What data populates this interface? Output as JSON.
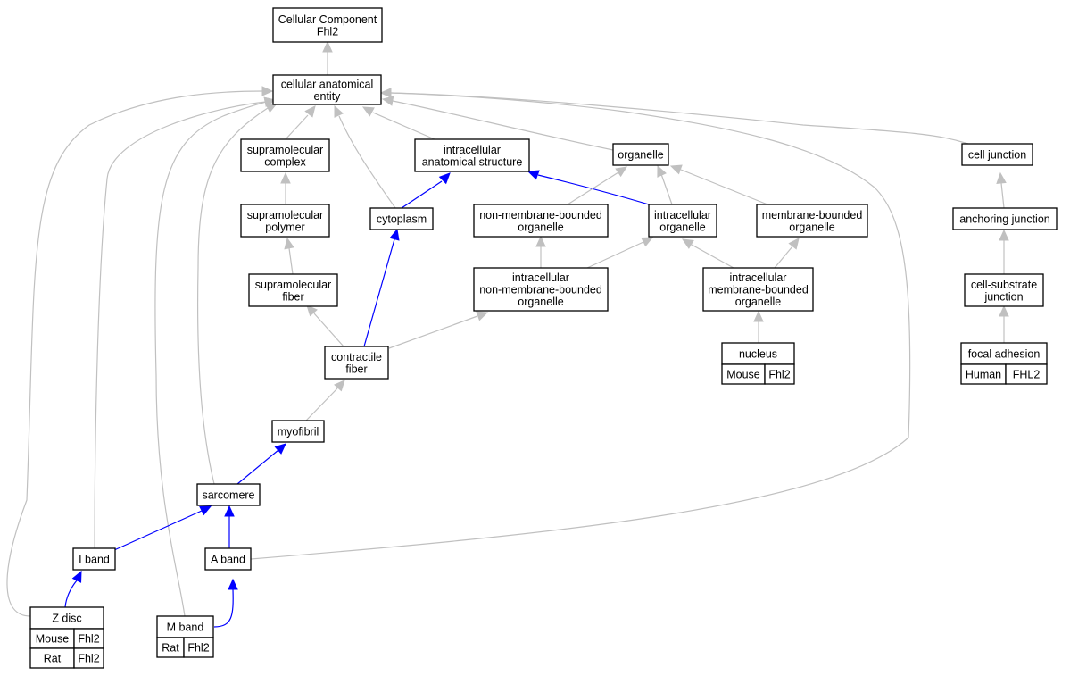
{
  "colors": {
    "edge_default": "#c0c0c0",
    "edge_highlight": "#0000ff",
    "mouse": "#add8e6",
    "rat": "#ffd700",
    "human": "#ff6347"
  },
  "nodes": {
    "root": [
      "Cellular Component",
      "Fhl2"
    ],
    "cae": [
      "cellular anatomical",
      "entity"
    ],
    "smc": [
      "supramolecular",
      "complex"
    ],
    "ias": [
      "intracellular",
      "anatomical structure"
    ],
    "organelle": [
      "organelle"
    ],
    "celljunction": [
      "cell junction"
    ],
    "smp": [
      "supramolecular",
      "polymer"
    ],
    "cytoplasm": [
      "cytoplasm"
    ],
    "nmbo": [
      "non-membrane-bounded",
      "organelle"
    ],
    "io": [
      "intracellular",
      "organelle"
    ],
    "mbo": [
      "membrane-bounded",
      "organelle"
    ],
    "anchoring": [
      "anchoring junction"
    ],
    "smf": [
      "supramolecular",
      "fiber"
    ],
    "inmbo": [
      "intracellular",
      "non-membrane-bounded",
      "organelle"
    ],
    "imbo": [
      "intracellular",
      "membrane-bounded",
      "organelle"
    ],
    "csj": [
      "cell-substrate",
      "junction"
    ],
    "cf": [
      "contractile",
      "fiber"
    ],
    "nucleus": [
      "nucleus"
    ],
    "focal": [
      "focal adhesion"
    ],
    "myofibril": [
      "myofibril"
    ],
    "sarcomere": [
      "sarcomere"
    ],
    "iband": [
      "I band"
    ],
    "aband": [
      "A band"
    ],
    "zdisc": [
      "Z disc"
    ],
    "mband": [
      "M band"
    ]
  },
  "annotations": {
    "nucleus": [
      [
        "Mouse",
        "Fhl2"
      ]
    ],
    "focal": [
      [
        "Human",
        "FHL2"
      ]
    ],
    "zdisc": [
      [
        "Mouse",
        "Fhl2"
      ],
      [
        "Rat",
        "Fhl2"
      ]
    ],
    "mband": [
      [
        "Rat",
        "Fhl2"
      ]
    ]
  },
  "edges": [
    {
      "from": "cae",
      "to": "root",
      "highlight": false
    },
    {
      "from": "smc",
      "to": "cae",
      "highlight": false
    },
    {
      "from": "ias",
      "to": "cae",
      "highlight": false
    },
    {
      "from": "organelle",
      "to": "cae",
      "highlight": false
    },
    {
      "from": "celljunction",
      "to": "cae",
      "highlight": false
    },
    {
      "from": "cytoplasm",
      "to": "cae",
      "highlight": false
    },
    {
      "from": "iband",
      "to": "cae",
      "highlight": false
    },
    {
      "from": "zdisc",
      "to": "cae",
      "highlight": false
    },
    {
      "from": "mband",
      "to": "cae",
      "highlight": false
    },
    {
      "from": "sarcomere",
      "to": "cae",
      "highlight": false
    },
    {
      "from": "aband",
      "to": "cae",
      "highlight": false
    },
    {
      "from": "smp",
      "to": "smc",
      "highlight": false
    },
    {
      "from": "smf",
      "to": "smp",
      "highlight": false
    },
    {
      "from": "cf",
      "to": "smf",
      "highlight": false
    },
    {
      "from": "cytoplasm",
      "to": "ias",
      "highlight": true
    },
    {
      "from": "io",
      "to": "ias",
      "highlight": true
    },
    {
      "from": "nmbo",
      "to": "organelle",
      "highlight": false
    },
    {
      "from": "io",
      "to": "organelle",
      "highlight": false
    },
    {
      "from": "mbo",
      "to": "organelle",
      "highlight": false
    },
    {
      "from": "inmbo",
      "to": "nmbo",
      "highlight": false
    },
    {
      "from": "inmbo",
      "to": "io",
      "highlight": false
    },
    {
      "from": "imbo",
      "to": "io",
      "highlight": false
    },
    {
      "from": "imbo",
      "to": "mbo",
      "highlight": false
    },
    {
      "from": "nucleus",
      "to": "imbo",
      "highlight": false
    },
    {
      "from": "cf",
      "to": "cytoplasm",
      "highlight": true
    },
    {
      "from": "cf",
      "to": "inmbo",
      "highlight": false
    },
    {
      "from": "myofibril",
      "to": "cf",
      "highlight": false
    },
    {
      "from": "sarcomere",
      "to": "myofibril",
      "highlight": true
    },
    {
      "from": "iband",
      "to": "sarcomere",
      "highlight": true
    },
    {
      "from": "aband",
      "to": "sarcomere",
      "highlight": true
    },
    {
      "from": "zdisc",
      "to": "iband",
      "highlight": true
    },
    {
      "from": "mband",
      "to": "aband",
      "highlight": true
    },
    {
      "from": "anchoring",
      "to": "celljunction",
      "highlight": false
    },
    {
      "from": "csj",
      "to": "anchoring",
      "highlight": false
    },
    {
      "from": "focal",
      "to": "csj",
      "highlight": false
    }
  ]
}
